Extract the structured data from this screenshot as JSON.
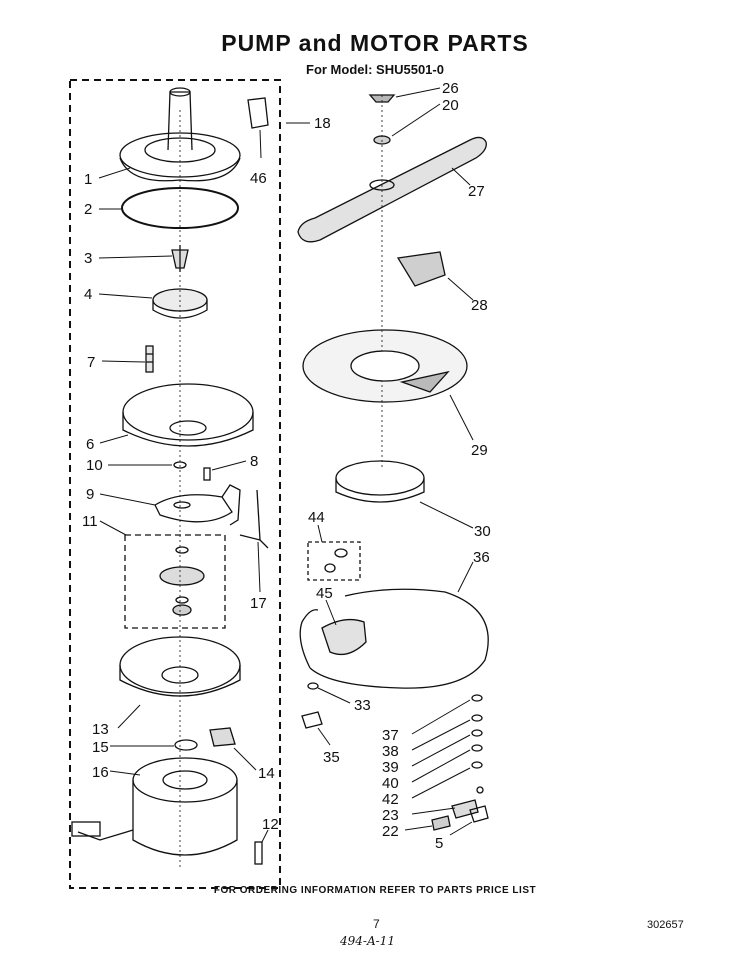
{
  "header": {
    "title": "PUMP and MOTOR PARTS",
    "subtitle": "For Model: SHU5501-0"
  },
  "callouts": [
    {
      "id": "1",
      "label": "1"
    },
    {
      "id": "2",
      "label": "2"
    },
    {
      "id": "3",
      "label": "3"
    },
    {
      "id": "4",
      "label": "4"
    },
    {
      "id": "7",
      "label": "7"
    },
    {
      "id": "6",
      "label": "6"
    },
    {
      "id": "10",
      "label": "10"
    },
    {
      "id": "8",
      "label": "8"
    },
    {
      "id": "9",
      "label": "9"
    },
    {
      "id": "11",
      "label": "11"
    },
    {
      "id": "17",
      "label": "17"
    },
    {
      "id": "13",
      "label": "13"
    },
    {
      "id": "15",
      "label": "15"
    },
    {
      "id": "14",
      "label": "14"
    },
    {
      "id": "16",
      "label": "16"
    },
    {
      "id": "12",
      "label": "12"
    },
    {
      "id": "46",
      "label": "46"
    },
    {
      "id": "18",
      "label": "18"
    },
    {
      "id": "26",
      "label": "26"
    },
    {
      "id": "20",
      "label": "20"
    },
    {
      "id": "27",
      "label": "27"
    },
    {
      "id": "28",
      "label": "28"
    },
    {
      "id": "29",
      "label": "29"
    },
    {
      "id": "30",
      "label": "30"
    },
    {
      "id": "44",
      "label": "44"
    },
    {
      "id": "36",
      "label": "36"
    },
    {
      "id": "45",
      "label": "45"
    },
    {
      "id": "33",
      "label": "33"
    },
    {
      "id": "35",
      "label": "35"
    },
    {
      "id": "37",
      "label": "37"
    },
    {
      "id": "38",
      "label": "38"
    },
    {
      "id": "39",
      "label": "39"
    },
    {
      "id": "40",
      "label": "40"
    },
    {
      "id": "42",
      "label": "42"
    },
    {
      "id": "23",
      "label": "23"
    },
    {
      "id": "22",
      "label": "22"
    },
    {
      "id": "5",
      "label": "5"
    }
  ],
  "footer": {
    "note": "FOR ORDERING INFORMATION REFER TO PARTS PRICE LIST",
    "page": "7",
    "doc_number": "302657",
    "handwritten": "494-A-11"
  }
}
